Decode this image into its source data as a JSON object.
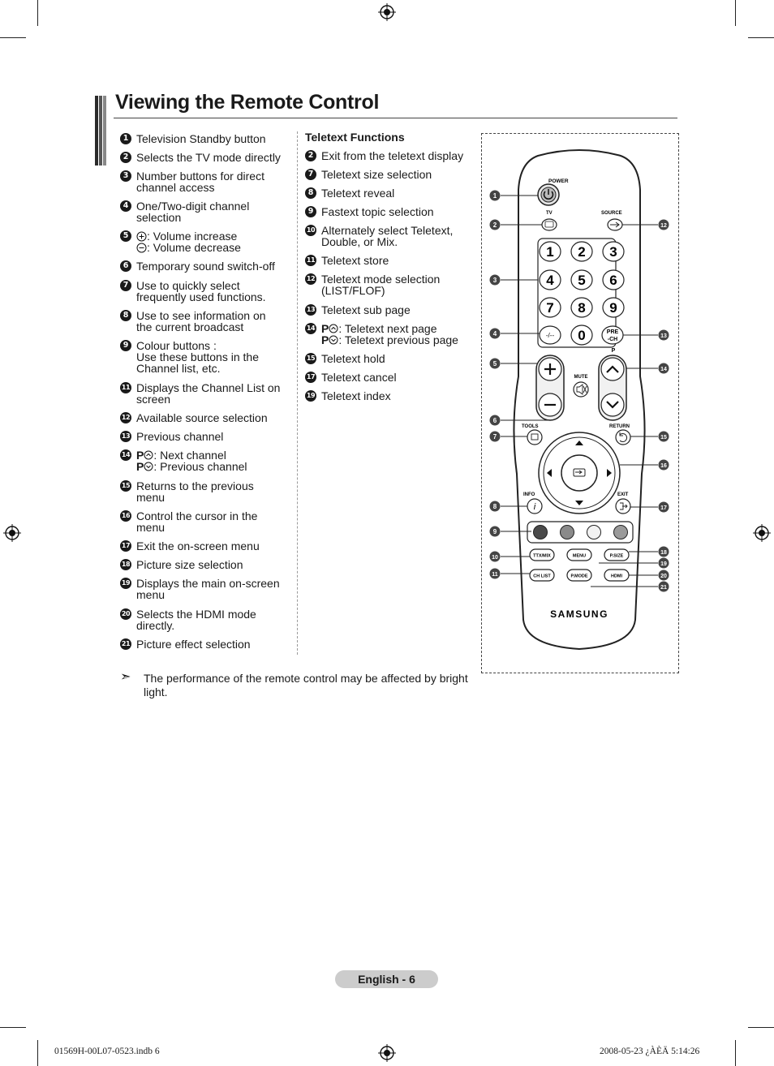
{
  "page": {
    "title": "Viewing the Remote Control",
    "section_title": "Teletext Functions",
    "page_label": "English - 6",
    "footer_left": "01569H-00L07-0523.indb   6",
    "footer_right": "2008-05-23   ¿ÀÈÄ 5:14:26"
  },
  "left_items": [
    {
      "num": "1",
      "text": "Television Standby button"
    },
    {
      "num": "2",
      "text": "Selects the TV mode directly"
    },
    {
      "num": "3",
      "text": "Number buttons for direct\nchannel access"
    },
    {
      "num": "4",
      "text": "One/Two-digit channel\nselection"
    },
    {
      "num": "5",
      "text": ": Volume increase\n: Volume decrease"
    },
    {
      "num": "6",
      "text": "Temporary sound switch-off"
    },
    {
      "num": "7",
      "text": "Use to quickly select\nfrequently used functions."
    },
    {
      "num": "8",
      "text": "Use to see information on\nthe current broadcast"
    },
    {
      "num": "9",
      "text": "Colour buttons :\nUse these buttons in the\nChannel list, etc."
    },
    {
      "num": "11",
      "text": "Displays the Channel List on\nscreen"
    },
    {
      "num": "12",
      "text": "Available source selection"
    },
    {
      "num": "13",
      "text": "Previous channel"
    },
    {
      "num": "14",
      "text": ": Next channel\n: Previous channel"
    },
    {
      "num": "15",
      "text": "Returns to the previous\nmenu"
    },
    {
      "num": "16",
      "text": "Control the cursor in the\nmenu"
    },
    {
      "num": "17",
      "text": "Exit the on-screen menu"
    },
    {
      "num": "18",
      "text": "Picture size selection"
    },
    {
      "num": "19",
      "text": "Displays the main on-screen\nmenu"
    },
    {
      "num": "20",
      "text": "Selects the HDMI mode\ndirectly."
    },
    {
      "num": "21",
      "text": "Picture effect selection"
    }
  ],
  "teletext_items": [
    {
      "num": "2",
      "text": "Exit from the teletext display"
    },
    {
      "num": "7",
      "text": "Teletext size selection"
    },
    {
      "num": "8",
      "text": "Teletext reveal"
    },
    {
      "num": "9",
      "text": "Fastext topic selection"
    },
    {
      "num": "10",
      "text": "Alternately select Teletext,\nDouble, or Mix."
    },
    {
      "num": "11",
      "text": "Teletext store"
    },
    {
      "num": "12",
      "text": "Teletext mode selection\n(LIST/FLOF)"
    },
    {
      "num": "13",
      "text": "Teletext sub page"
    },
    {
      "num": "14",
      "text": ": Teletext next page\n: Teletext previous page"
    },
    {
      "num": "15",
      "text": "Teletext hold"
    },
    {
      "num": "17",
      "text": "Teletext cancel"
    },
    {
      "num": "19",
      "text": "Teletext index"
    }
  ],
  "p_symbol": "P",
  "note": "The performance of the remote control may be affected by bright\nlight.",
  "remote": {
    "labels": {
      "power": "POWER",
      "tv": "TV",
      "source": "SOURCE",
      "pre_ch_top": "PRE",
      "pre_ch_bottom": "-CH",
      "dash": "-/--",
      "mute": "MUTE",
      "p": "P",
      "tools": "TOOLS",
      "return": "RETURN",
      "info": "INFO",
      "exit": "EXIT",
      "ttx_mix": "TTX/MIX",
      "menu": "MENU",
      "p_size": "P.SIZE",
      "ch_list": "CH LIST",
      "p_mode": "P.MODE",
      "hdmi": "HDMI",
      "brand": "SAMSUNG"
    },
    "digits": [
      "1",
      "2",
      "3",
      "4",
      "5",
      "6",
      "7",
      "8",
      "9",
      "0"
    ],
    "callouts_left": [
      "1",
      "2",
      "3",
      "4",
      "5",
      "6",
      "7",
      "8",
      "9",
      "10",
      "11"
    ],
    "callouts_right": [
      "12",
      "13",
      "14",
      "15",
      "16",
      "17",
      "18",
      "19",
      "20",
      "21"
    ],
    "colour_buttons": [
      "#4a4a4a",
      "#8a8a8a",
      "#f2f2f2",
      "#9a9a9a"
    ]
  }
}
